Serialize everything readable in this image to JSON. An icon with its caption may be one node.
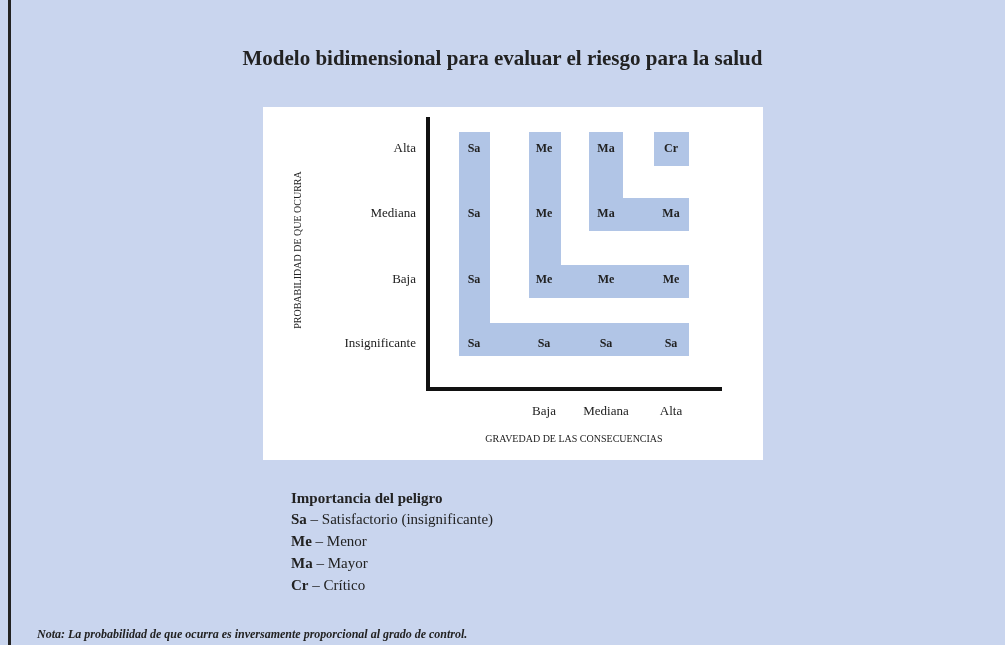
{
  "diagram": {
    "title": "Modelo bidimensional para evaluar el riesgo para la salud",
    "nodes": [
      {
        "text": [
          "Sa",
          "Sa",
          "Sa",
          "Sa",
          "Sa",
          "Sa",
          "Sa"
        ]
      },
      {
        "text": [
          "Me",
          "Me",
          "Me",
          "Me",
          "Me"
        ]
      },
      {
        "text": [
          "Ma",
          "Ma",
          "Ma"
        ]
      },
      {
        "text": [
          "Cr"
        ]
      }
    ],
    "edges": [],
    "labels": [
      "Alta",
      "Mediana",
      "Baja",
      "Insignificante",
      "PROBABILIDAD DE QUE OCURRA",
      "Baja",
      "Mediana",
      "Alta",
      "GRAVEDAD DE LAS CONSECUENCIAS",
      "Importancia del peligro",
      "**Sa** – Satisfactorio (insignificante)",
      "**Me** – Menor",
      "**Ma** – Mayor",
      "**Cr** – Crítico",
      "Nota: La probabilidad de que ocurra es inversamente proporcional al grado de control."
    ]
  }
}
